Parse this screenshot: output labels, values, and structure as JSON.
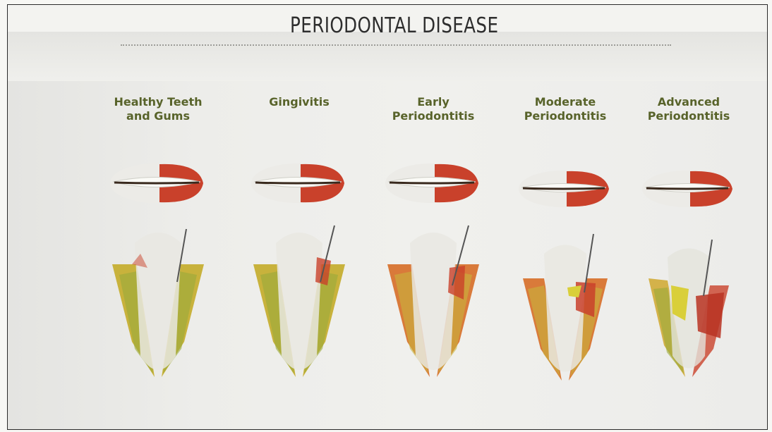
{
  "title": "PERIODONTAL DISEASE",
  "stages": [
    {
      "line1": "Healthy Teeth",
      "line2": "and Gums"
    },
    {
      "line1": "Gingivitis",
      "line2": ""
    },
    {
      "line1": "Early",
      "line2": "Periodontitis"
    },
    {
      "line1": "Moderate",
      "line2": "Periodontitis"
    },
    {
      "line1": "Advanced",
      "line2": "Periodontitis"
    }
  ],
  "colors": {
    "gum_red": "#c9412b",
    "bone_yellow": "#d4b24a",
    "label_olive": "#58632a"
  }
}
